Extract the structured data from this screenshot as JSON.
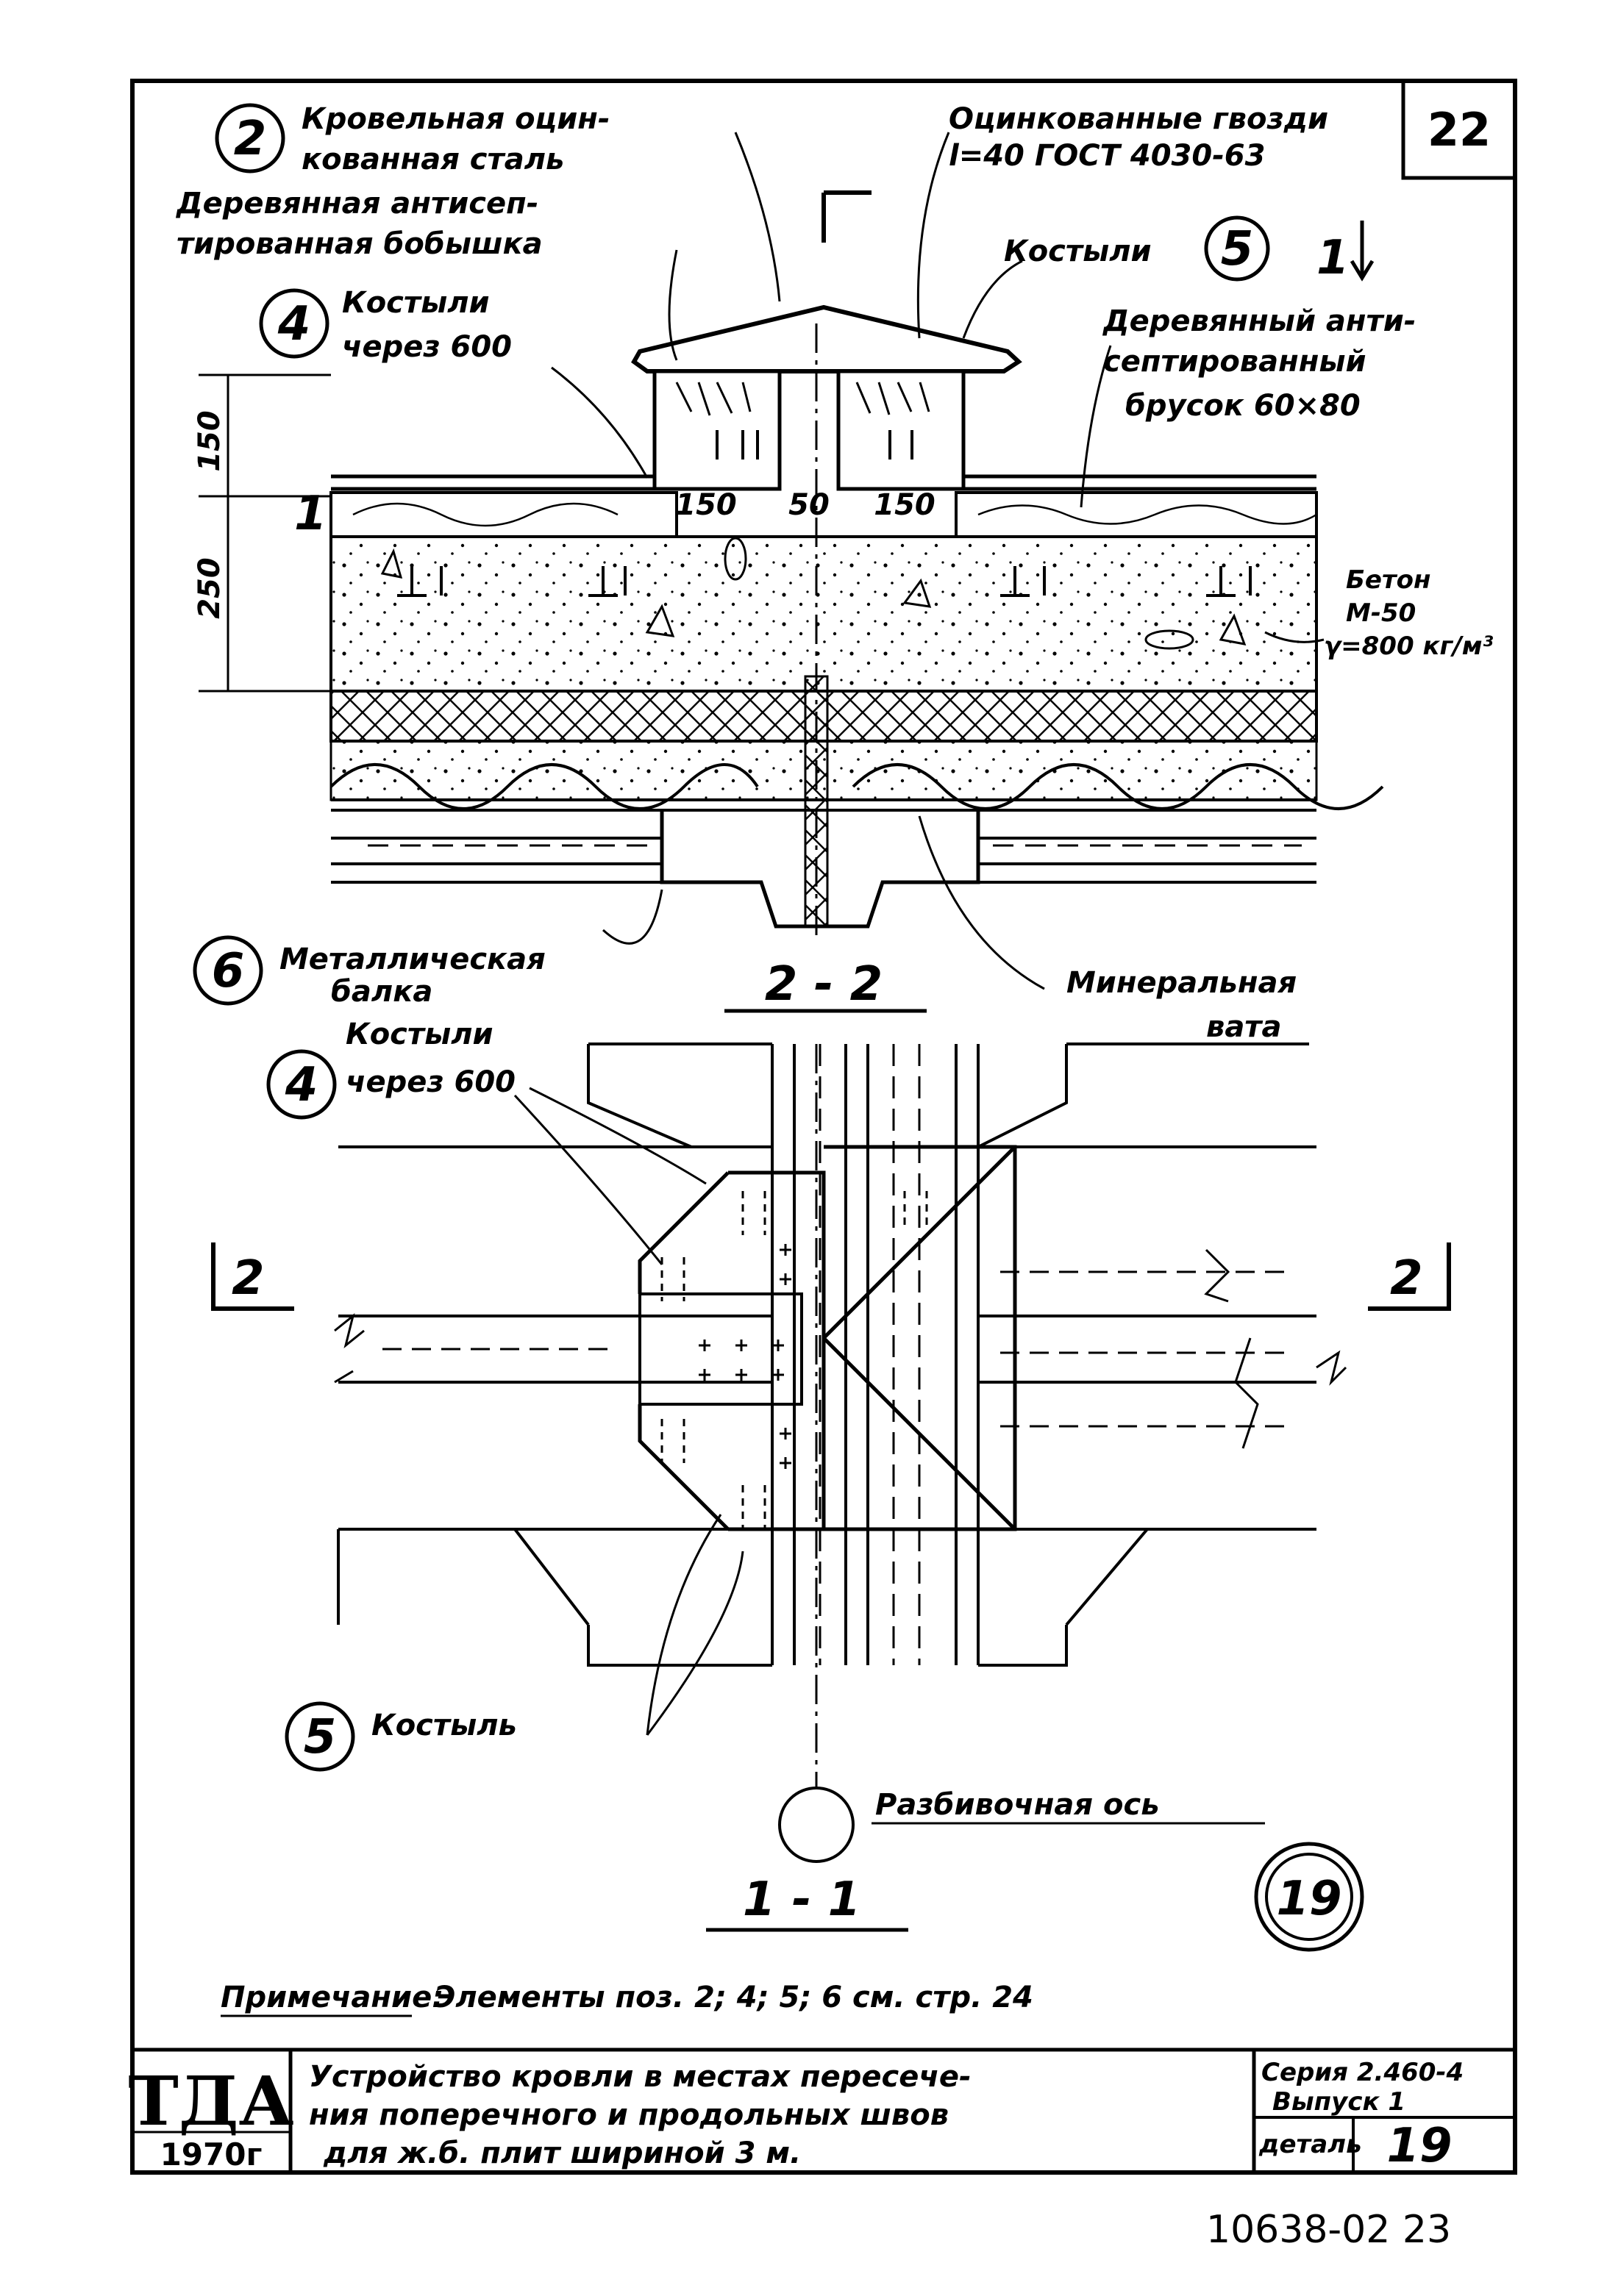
{
  "sheet_number": "22",
  "callouts": {
    "c2": {
      "num": "2",
      "line1": "Кровельная оцин-",
      "line2": "кованная сталь"
    },
    "c4_top": {
      "num": "4",
      "line1": "Костыли",
      "line2": "через 600"
    },
    "c5_top": {
      "num": "5",
      "text": "Костыли"
    },
    "c6": {
      "num": "6",
      "line1": "Металлическая",
      "line2": "балка"
    },
    "c4_bottom": {
      "num": "4",
      "line1": "Костыли",
      "line2": "через 600"
    },
    "c5_bottom": {
      "num": "5",
      "text": "Костыль"
    },
    "axis": {
      "text": "Разбивочная ось"
    },
    "detail": {
      "num": "19"
    }
  },
  "labels": {
    "nails": {
      "line1": "Оцинкованные гвозди",
      "line2": "l=40 ГОСТ 4030-63"
    },
    "boss": {
      "line1": "Деревянная антисеп-",
      "line2": "тированная бобышка"
    },
    "bar": {
      "line1": "Деревянный анти-",
      "line2": "септированный",
      "line3": "брусок 60×80"
    },
    "concrete": {
      "line1": "Бетон",
      "line2": "М-50",
      "line3": "γ=800 кг/м³"
    },
    "wool": {
      "line1": "Минеральная",
      "line2": "вата"
    }
  },
  "dimensions": {
    "d150_left": "150",
    "d50": "50",
    "d150_right": "150",
    "h150": "150",
    "h250": "250"
  },
  "sections": {
    "cut_top": "1",
    "cut_left_top": "1",
    "section_2_2": "2 - 2",
    "section_1_1": "1 - 1",
    "cut_left": "2",
    "cut_right": "2"
  },
  "note": {
    "label": "Примечание:",
    "text": "Элементы поз. 2; 4; 5; 6 см. стр. 24"
  },
  "title_block": {
    "logo": "ТДА",
    "year": "1970г",
    "title_line1": "Устройство кровли в местах пересече-",
    "title_line2": "ния поперечного и продольных швов",
    "title_line3": "для ж.б. плит шириной 3 м.",
    "series_label": "Серия 2.460-4",
    "issue_label": "Выпуск 1",
    "detail_label": "деталь",
    "detail_value": "19"
  },
  "footer_code": "10638-02 23"
}
